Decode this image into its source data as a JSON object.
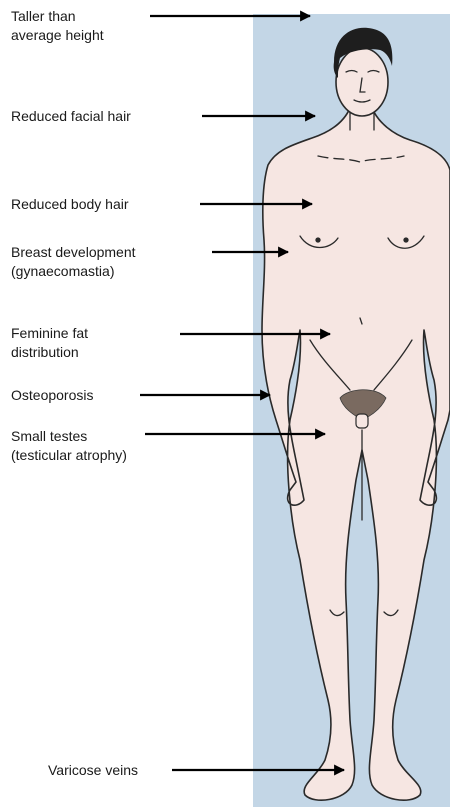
{
  "labels": {
    "taller": "Taller than\naverage height",
    "facial_hair": "Reduced facial hair",
    "body_hair": "Reduced body hair",
    "breast": "Breast development\n(gynaecomastia)",
    "fat": "Feminine fat\ndistribution",
    "osteoporosis": "Osteoporosis",
    "testes": "Small testes\n(testicular atrophy)",
    "varicose": "Varicose veins"
  },
  "colors": {
    "panel": "#c3d6e6",
    "skin": "#f6e6e2",
    "outline": "#2a2a2a",
    "hair": "#1e1e1e",
    "arrow": "#000000"
  }
}
